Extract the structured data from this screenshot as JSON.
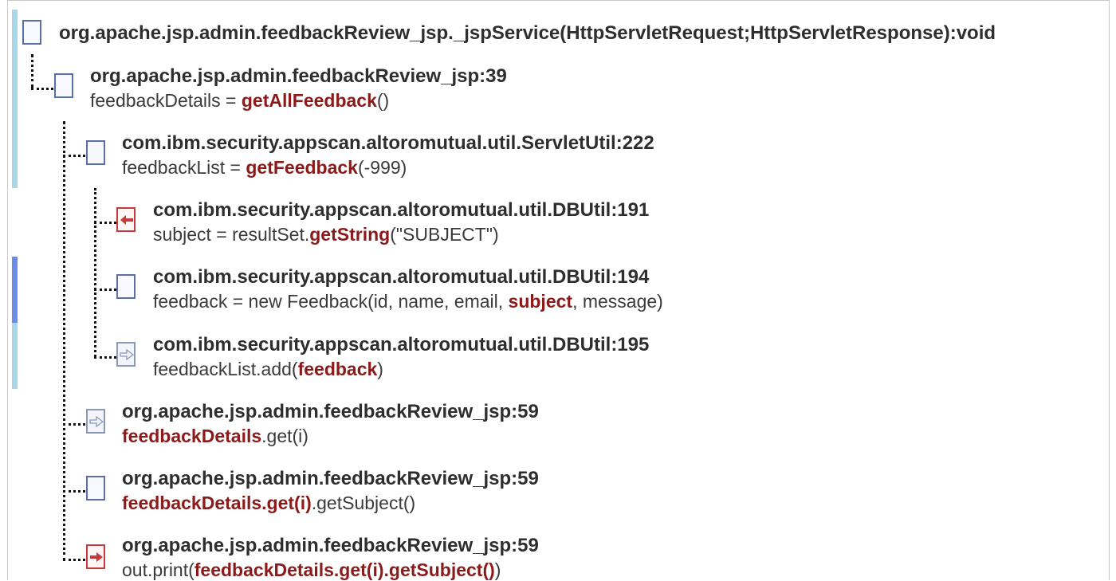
{
  "trace": {
    "root": {
      "title": "org.apache.jsp.admin.feedbackReview_jsp._jspService(HttpServletRequest;HttpServletResponse):void"
    },
    "nodes": [
      {
        "title": "org.apache.jsp.admin.feedbackReview_jsp:39",
        "code": {
          "pre": "feedbackDetails = ",
          "hl": "getAllFeedback",
          "post": "()"
        },
        "icon": "method-icon"
      },
      {
        "title": "com.ibm.security.appscan.altoromutual.util.ServletUtil:222",
        "code": {
          "pre": "feedbackList = ",
          "hl": "getFeedback",
          "post": "(-999)"
        },
        "icon": "method-icon"
      },
      {
        "title": "com.ibm.security.appscan.altoromutual.util.DBUtil:191",
        "code": {
          "pre": "subject = resultSet.",
          "hl": "getString",
          "post": "(\"SUBJECT\")"
        },
        "icon": "source-icon"
      },
      {
        "title": "com.ibm.security.appscan.altoromutual.util.DBUtil:194",
        "code": {
          "pre": "feedback = new Feedback(id, name, email, ",
          "hl": "subject",
          "post": ", message)"
        },
        "icon": "method-icon"
      },
      {
        "title": "com.ibm.security.appscan.altoromutual.util.DBUtil:195",
        "code": {
          "pre": "feedbackList.add(",
          "hl": "feedback",
          "post": ")"
        },
        "icon": "pass-through-icon"
      },
      {
        "title": "org.apache.jsp.admin.feedbackReview_jsp:59",
        "code": {
          "pre": "",
          "hl": "feedbackDetails",
          "post": ".get(i)"
        },
        "icon": "pass-through-icon"
      },
      {
        "title": "org.apache.jsp.admin.feedbackReview_jsp:59",
        "code": {
          "pre": "",
          "hl": "feedbackDetails.get(i)",
          "post": ".getSubject()"
        },
        "icon": "method-icon"
      },
      {
        "title": "org.apache.jsp.admin.feedbackReview_jsp:59",
        "code": {
          "pre": "out.print(",
          "hl": "feedbackDetails.get(i).getSubject()",
          "post": ")"
        },
        "icon": "sink-icon"
      }
    ]
  },
  "colors": {
    "highlight": "#8b1a1a",
    "icon_border": "#5a6ea8",
    "sink_source": "#c8393c",
    "bar_light": "#a8d8e8",
    "bar_active": "#6a8ee6"
  }
}
